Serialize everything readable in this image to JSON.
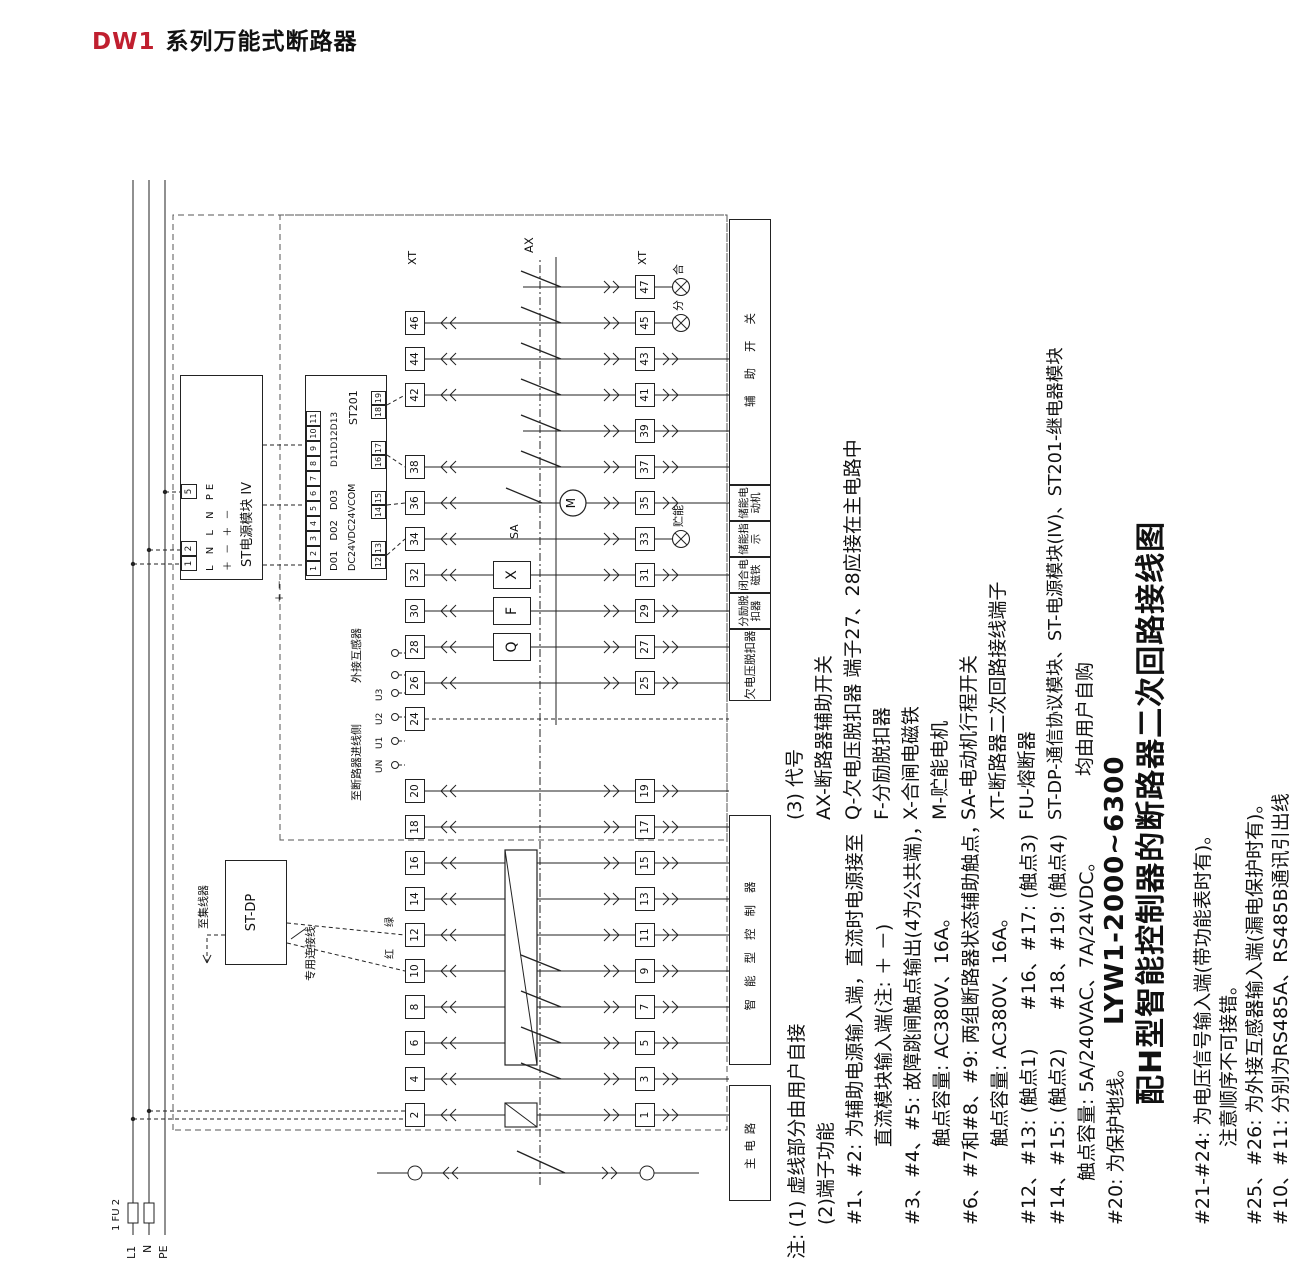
{
  "header": {
    "series": "DW1",
    "title": "系列万能式断路器"
  },
  "bus": {
    "labels": [
      "L1",
      "N",
      "PE"
    ],
    "fuse_label": "1 FU 2"
  },
  "power_module": {
    "title": "ST电源模块 IV",
    "terminals": [
      "1",
      "2",
      "5"
    ],
    "io_labels": "L N L N PE",
    "polarity": "＋ － ＋ －"
  },
  "st201": {
    "name": "ST201",
    "top_terminals": [
      "1",
      "2",
      "3",
      "4",
      "5",
      "6",
      "7",
      "8",
      "9",
      "10",
      "11"
    ],
    "outputs_label": "D01　D02　D03",
    "inputs_label": "D11D12D13",
    "power_label": "DC24VDC24VCOM",
    "bottom_terminals": [
      [
        "12",
        "13"
      ],
      [
        "14",
        "15"
      ],
      [
        "16",
        "17"
      ],
      [
        "18",
        "19"
      ]
    ],
    "link_polarity": "＋ －"
  },
  "stdp": {
    "name": "ST-DP",
    "to_hub_label": "至集线器",
    "cable_label": "专用连接线",
    "wire_red_label": "红",
    "wire_green_label": "绿"
  },
  "external_inputs": {
    "incoming_label": "至断路器进线侧",
    "voltage_terminals": [
      "UN",
      "U1",
      "U2",
      "U3"
    ],
    "ct_label": "外接互感器"
  },
  "xt_label": "XT",
  "terminals": {
    "top": [
      "2",
      "4",
      "6",
      "8",
      "10",
      "12",
      "14",
      "16",
      "18",
      "20",
      null,
      "24",
      "26",
      "28",
      "30",
      "32",
      "34",
      "36",
      "38",
      null,
      "42",
      "44",
      "46",
      null
    ],
    "bottom": [
      "1",
      "3",
      "5",
      "7",
      "9",
      "11",
      "13",
      "15",
      "17",
      "19",
      null,
      null,
      "25",
      "27",
      "29",
      "31",
      "33",
      "35",
      "37",
      "39",
      "41",
      "43",
      "45",
      "47"
    ]
  },
  "symbols": {
    "undervoltage_coil": "Q",
    "shunt_coil": "F",
    "closing_coil": "X",
    "motor": "M",
    "travel_switch": "SA",
    "aux_switch": "AX",
    "charge_lamp": "贮能",
    "closed_lamp": "合",
    "open_lamp": "分"
  },
  "compartments": [
    "主电路",
    "智能型控制器",
    "欠电压脱扣器",
    "分励脱扣器",
    "闭合电磁铁",
    "储能指示",
    "储能电动机",
    "辅助开关"
  ],
  "legend": {
    "heading": "(3) 代号",
    "items": [
      "AX-断路器辅助开关",
      "Q-欠电压脱扣器 端子27、28应接在主电路中",
      "F-分励脱扣器",
      "X-合闸电磁铁",
      "M-贮能电机",
      "SA-电动机行程开关",
      "XT-断路器二次回路接线端子",
      "FU-熔断器",
      "ST-DP-通信协议模块、ST-电源模块(IV)、ST201-继电器模块",
      "均由用户自购"
    ]
  },
  "titles": {
    "model": "LYW1-2000~6300",
    "drawing": "配H型智能控制器的断路器二次回路接线图"
  },
  "notes": {
    "lines": [
      "注: (1) 虚线部分由用户自接",
      "(2)端子功能",
      "#1、#2: 为辅助电源输入端，直流时电源接至",
      "直流模块输入端(注: ＋ －)",
      "#3、#4、#5: 故障跳闸触点输出(4为公共端)，",
      "触点容量: AC380V、16A。",
      "#6、#7和#8、#9: 两组断路器状态辅助触点，",
      "触点容量: AC380V、16A。",
      "#12、#13: (触点1)　　#16、#17: (触点3)",
      "#14、#15: (触点2)　　#18、#19: (触点4)",
      "触点容量: 5A/240VAC、7A/24VDC。",
      "#20: 为保护地线。",
      "#21-#24: 为电压信号输入端(带功能表时有)。",
      "注意顺序不可接错。",
      "#25、#26: 为外接互感器输入端(漏电保护时有)。",
      "#10、#11: 分别为RS485A、RS485B通讯引出线"
    ]
  }
}
